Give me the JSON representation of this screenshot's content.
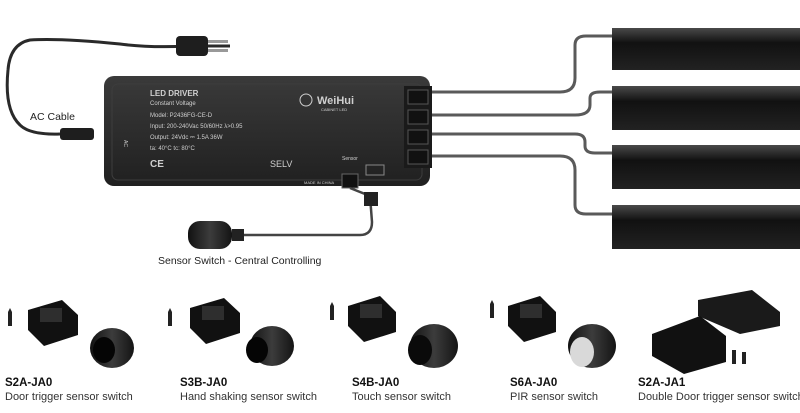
{
  "labels": {
    "ac_cable": "AC Cable",
    "sensor_switch": "Sensor Switch - Central Controlling"
  },
  "driver": {
    "title": "LED DRIVER",
    "subtitle": "Constant Voltage",
    "model": "Model: P2436FG-CE-D",
    "input": "Input: 200-240Vac  50/60Hz   λ>0.95",
    "output": "Output: 24Vdc ⎓ 1.5A   36W",
    "temps": "ta: 40°C   tc: 80°C",
    "brand": "WeiHui",
    "brand_sub": "CABINET LED",
    "selv": "SELV",
    "made_in": "MADE IN CHINA",
    "sensor_port": "Sensor",
    "ac_label": "AC",
    "cert_marks": "CE"
  },
  "products": [
    {
      "code": "S2A-JA0",
      "desc": "Door trigger sensor switch"
    },
    {
      "code": "S3B-JA0",
      "desc": "Hand shaking sensor switch"
    },
    {
      "code": "S4B-JA0",
      "desc": "Touch sensor switch"
    },
    {
      "code": "S6A-JA0",
      "desc": "PIR sensor switch"
    },
    {
      "code": "S2A-JA1",
      "desc": "Double Door trigger sensor switch"
    }
  ],
  "colors": {
    "driver_body": "#2b2b2b",
    "cable": "#3a3a3a",
    "strip": "#1a1a1a"
  }
}
